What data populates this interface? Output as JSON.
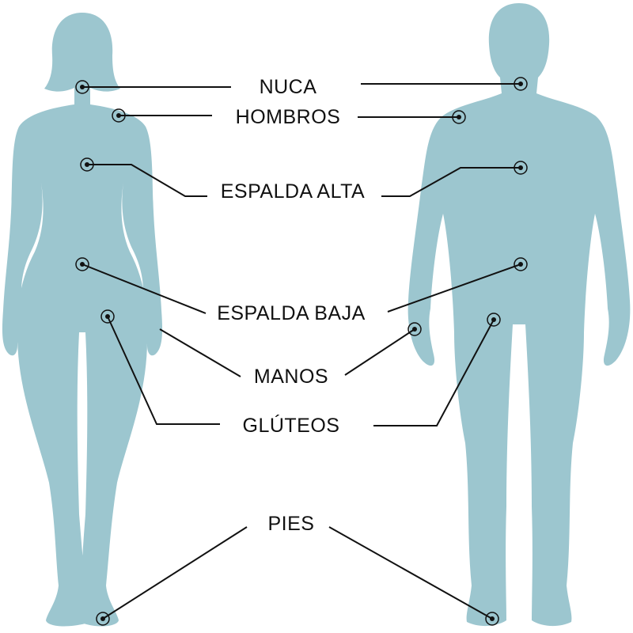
{
  "labels": {
    "nuca": "NUCA",
    "hombros": "HOMBROS",
    "espalda_alta": "ESPALDA ALTA",
    "espalda_baja": "ESPALDA BAJA",
    "manos": "MANOS",
    "gluteos": "GLÚTEOS",
    "pies": "PIES"
  },
  "colors": {
    "silhouette": "#9cc6cf",
    "lines": "#111111",
    "background": "#ffffff"
  }
}
